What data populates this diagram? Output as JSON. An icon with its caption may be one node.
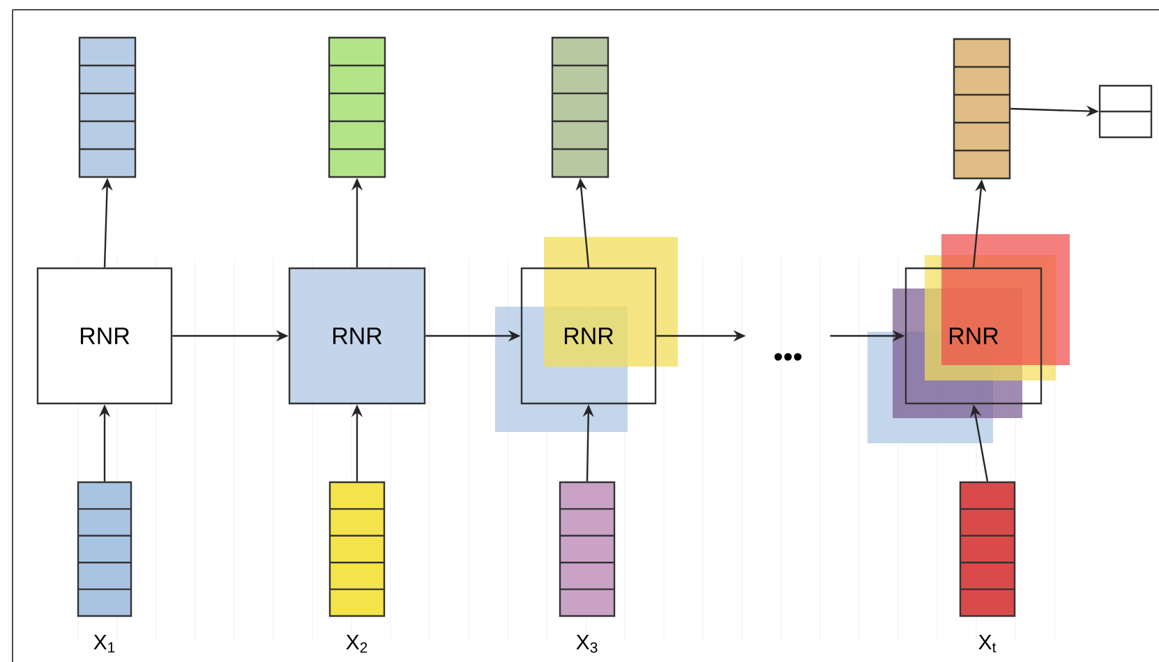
{
  "diagram": {
    "nodes": [
      {
        "text": [
          "RNR"
        ]
      },
      {
        "text": [
          "RNR"
        ]
      },
      {
        "text": [
          "RNR"
        ]
      },
      {
        "text": [
          "RNR"
        ]
      },
      {
        "text": [],
        "shape": "bar"
      },
      {
        "text": [],
        "shape": "bar"
      },
      {
        "text": [],
        "shape": "bar"
      },
      {
        "text": [],
        "shape": "bar"
      },
      {
        "text": [],
        "shape": "box"
      },
      {
        "text": [],
        "shape": "bar",
        "beside": [
          "X$_{1}$"
        ]
      },
      {
        "text": [],
        "shape": "bar",
        "beside": [
          "X$_{2}$"
        ]
      },
      {
        "text": [],
        "shape": "bar",
        "beside": [
          "X$_{3}$"
        ]
      },
      {
        "text": [],
        "shape": "bar",
        "beside": [
          "X$_{t}$"
        ]
      },
      {
        "text": [
          "•••"
        ]
      }
    ],
    "edges": [
      {
        "from": 0,
        "to": 4,
        "arrow": "to"
      },
      {
        "from": 1,
        "to": 5,
        "arrow": "to"
      },
      {
        "from": 2,
        "to": 6,
        "arrow": "to"
      },
      {
        "from": 3,
        "to": 7,
        "arrow": "to"
      },
      {
        "from": 7,
        "to": 8,
        "arrow": "to"
      },
      {
        "from": 9,
        "to": 0,
        "arrow": "to"
      },
      {
        "from": 10,
        "to": 1,
        "arrow": "to"
      },
      {
        "from": 11,
        "to": 2,
        "arrow": "to"
      },
      {
        "from": 12,
        "to": 3,
        "arrow": "to"
      },
      {
        "from": 0,
        "to": 1,
        "arrow": "to"
      },
      {
        "from": 1,
        "to": 2,
        "arrow": "to"
      },
      {
        "from": 2,
        "to": 13,
        "arrow": "to"
      },
      {
        "from": 13,
        "to": 3,
        "arrow": "to"
      }
    ]
  }
}
